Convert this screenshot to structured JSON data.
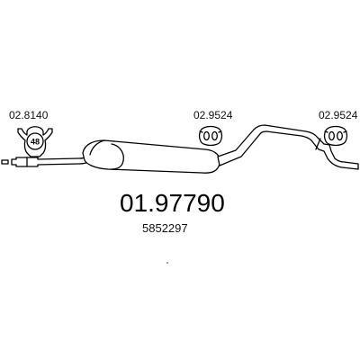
{
  "clamp": {
    "part_number": "02.8140",
    "size": "48"
  },
  "hanger_middle": {
    "part_number": "02.9524"
  },
  "hanger_right": {
    "part_number": "02.9524"
  },
  "silencer": {
    "part_number": "01.97790",
    "oe_number": "5852297"
  }
}
